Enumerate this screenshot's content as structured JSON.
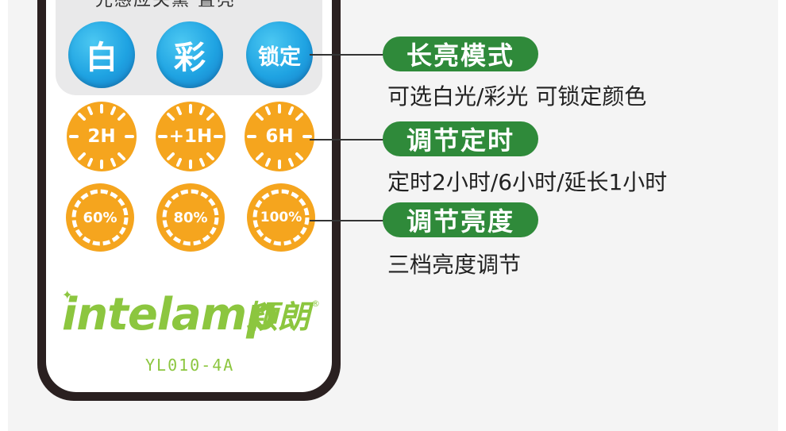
{
  "remote": {
    "top_cut_label": "光感应关熏 置亮",
    "mode_buttons": [
      "白",
      "彩",
      "锁定"
    ],
    "timer_buttons": [
      "2H",
      "+1H",
      "6H"
    ],
    "brightness_buttons": [
      "60%",
      "80%",
      "100%"
    ],
    "brand_latin": "intelamp",
    "brand_cn": "颖朗",
    "registered": "®",
    "model": "YL010-4A"
  },
  "callouts": [
    {
      "title": "长亮模式",
      "desc": "可选白光/彩光 可锁定颜色"
    },
    {
      "title": "调节定时",
      "desc": "定时2小时/6小时/延长1小时"
    },
    {
      "title": "调节亮度",
      "desc": "三档亮度调节"
    }
  ],
  "colors": {
    "blue": "#1fa3e2",
    "orange": "#f5a51e",
    "green_pill": "#2f8a3a",
    "brand_green": "#8cc63f"
  }
}
